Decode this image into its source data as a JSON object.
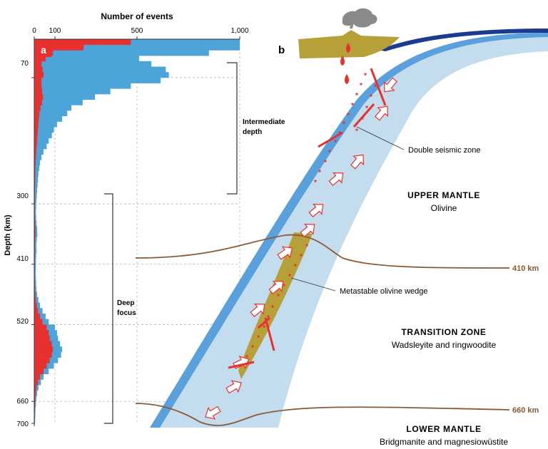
{
  "panel_a": {
    "label": "a",
    "x_title": "Number of events",
    "y_title": "Depth (km)",
    "x_ticks": [
      "0",
      "100",
      "500",
      "1,000"
    ],
    "y_ticks": [
      "70",
      "300",
      "410",
      "520",
      "660",
      "700"
    ],
    "bracket_intermediate_line1": "Intermediate",
    "bracket_intermediate_line2": "depth",
    "bracket_deep_line1": "Deep",
    "bracket_deep_line2": "focus"
  },
  "chart_data": {
    "type": "bar",
    "orientation": "horizontal",
    "xlabel": "Number of events",
    "ylabel": "Depth (km)",
    "ylim": [
      0,
      700
    ],
    "grid": true,
    "series": [
      {
        "color": "#4da4d8",
        "depth_bins": [
          5,
          15,
          25,
          35,
          45,
          55,
          65,
          75,
          85,
          95,
          105,
          115,
          125,
          135,
          145,
          155,
          165,
          175,
          185,
          195,
          205,
          215,
          225,
          235,
          245,
          255,
          265,
          275,
          285,
          295,
          305,
          315,
          325,
          335,
          345,
          355,
          365,
          375,
          385,
          395,
          405,
          415,
          425,
          435,
          445,
          455,
          465,
          475,
          485,
          495,
          505,
          515,
          525,
          535,
          545,
          555,
          565,
          575,
          585,
          595,
          605,
          615,
          625,
          635,
          645,
          655,
          665,
          675,
          685,
          695
        ],
        "values": [
          1000,
          1000,
          850,
          510,
          570,
          640,
          655,
          615,
          470,
          370,
          295,
          235,
          180,
          160,
          135,
          110,
          95,
          85,
          70,
          60,
          45,
          35,
          28,
          24,
          20,
          18,
          16,
          14,
          12,
          10,
          9,
          8,
          9,
          11,
          14,
          15,
          12,
          10,
          11,
          9,
          8,
          8,
          7,
          8,
          9,
          10,
          14,
          20,
          28,
          40,
          55,
          70,
          100,
          110,
          115,
          125,
          135,
          130,
          115,
          95,
          70,
          45,
          32,
          20,
          14,
          10,
          8,
          6,
          5,
          4
        ]
      },
      {
        "color": "#e8312f",
        "depth_bins": [
          5,
          15,
          25,
          35,
          45,
          55,
          65,
          75,
          85,
          95,
          105,
          115,
          125,
          135,
          145,
          155,
          165,
          175,
          185,
          195,
          205,
          215,
          225,
          235,
          245,
          255,
          265,
          275,
          285,
          295,
          305,
          315,
          325,
          335,
          345,
          355,
          365,
          375,
          385,
          395,
          405,
          415,
          425,
          435,
          445,
          455,
          465,
          475,
          485,
          495,
          505,
          515,
          525,
          535,
          545,
          555,
          565,
          575,
          585,
          595,
          605,
          615,
          625,
          635,
          645,
          655,
          665,
          675,
          685,
          695
        ],
        "values": [
          470,
          240,
          90,
          55,
          35,
          40,
          45,
          35,
          35,
          38,
          42,
          38,
          30,
          25,
          22,
          20,
          18,
          16,
          14,
          12,
          10,
          8,
          6,
          5,
          5,
          4,
          4,
          3,
          3,
          3,
          2,
          2,
          3,
          4,
          6,
          6,
          4,
          3,
          3,
          3,
          2,
          2,
          2,
          2,
          3,
          3,
          5,
          8,
          12,
          18,
          28,
          40,
          60,
          70,
          75,
          85,
          90,
          85,
          75,
          60,
          45,
          28,
          18,
          10,
          7,
          5,
          4,
          3,
          2,
          2
        ]
      }
    ]
  },
  "panel_b": {
    "label": "b",
    "annotation_double": "Double seismic zone",
    "annotation_wedge": "Metastable olivine wedge",
    "upper_mantle_title": "UPPER MANTLE",
    "upper_mantle_mineral": "Olivine",
    "transition_title": "TRANSITION ZONE",
    "transition_mineral": "Wadsleyite and ringwoodite",
    "lower_mantle_title": "LOWER MANTLE",
    "lower_mantle_mineral": "Bridgmanite and magnesiowüstite",
    "label_410": "410 km",
    "label_660": "660 km"
  },
  "colors": {
    "blue_events": "#4da4d8",
    "red_events": "#e8312f",
    "slab_light": "#c3dcee",
    "slab_dark": "#5aa0dc",
    "wedge": "#b7a038",
    "discontinuity": "#8b5a35"
  }
}
